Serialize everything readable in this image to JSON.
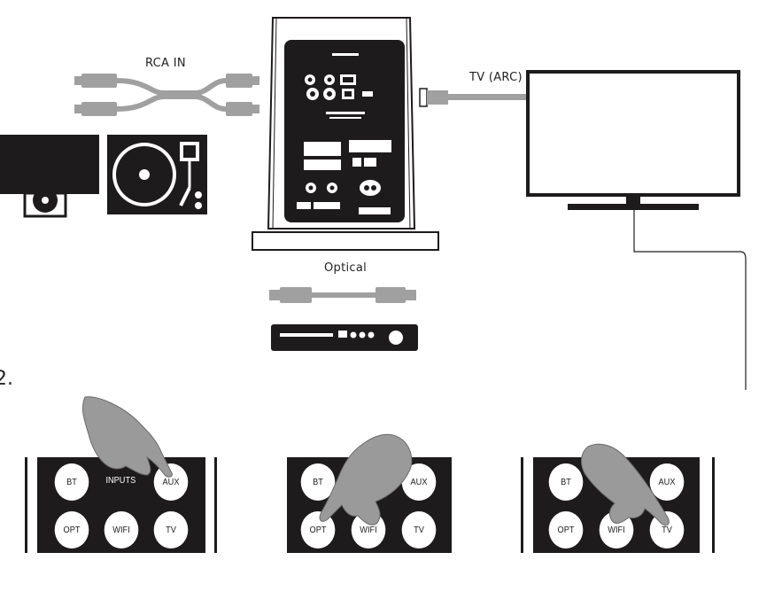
{
  "labels": {
    "rca_in": "RCA IN",
    "tv_arc": "TV (ARC)",
    "optical": "Optical",
    "step": "2."
  },
  "panels": [
    {
      "buttons": [
        "BT",
        "AUX",
        "OPT",
        "WIFI",
        "TV"
      ],
      "center_text": "INPUTS",
      "pressed": "AUX"
    },
    {
      "buttons": [
        "BT",
        "AUX",
        "OPT",
        "WIFI",
        "TV"
      ],
      "pressed": "OPT"
    },
    {
      "buttons": [
        "BT",
        "AUX",
        "OPT",
        "WIFI",
        "TV"
      ],
      "pressed": "TV"
    }
  ],
  "colors": {
    "ink": "#1e1b1c",
    "hand": "#9a9a9a",
    "cable": "#a0a0a0"
  },
  "icons": [
    "rca-cable-icon",
    "turntable-icon",
    "speaker-rear-icon",
    "hdmi-cable-icon",
    "tv-icon",
    "optical-cable-icon",
    "cd-player-icon",
    "hand-icon"
  ]
}
